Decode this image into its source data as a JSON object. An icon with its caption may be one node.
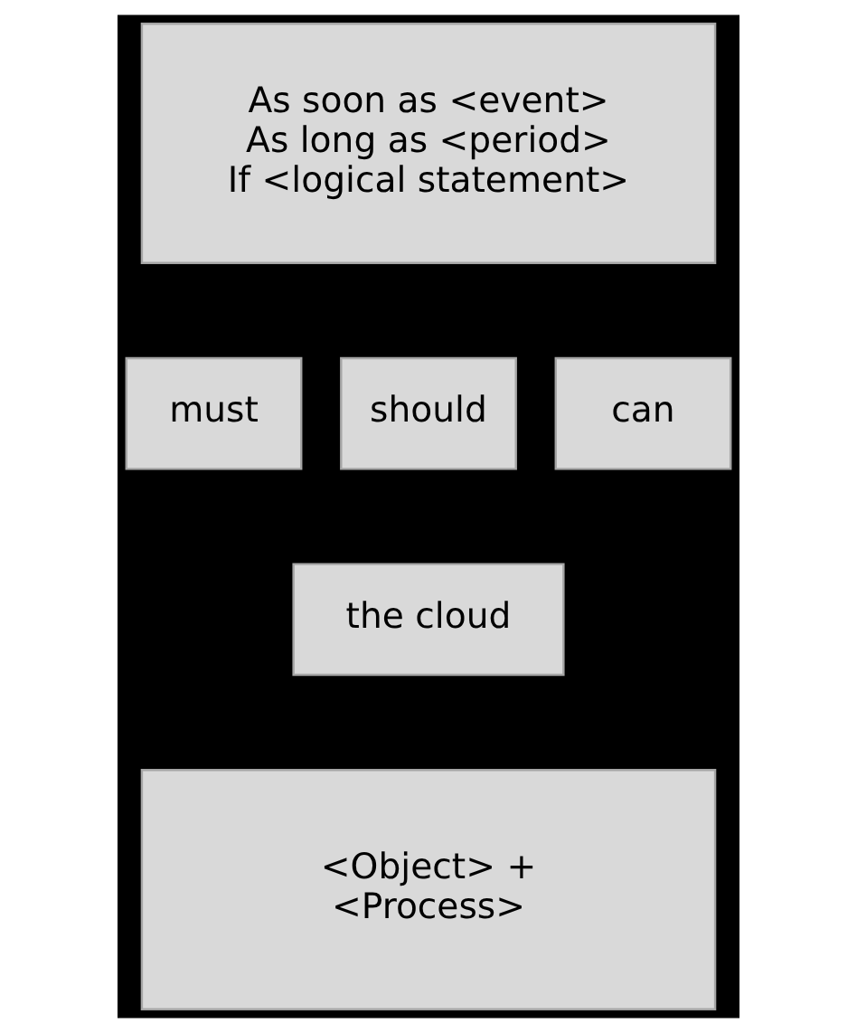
{
  "diagram": {
    "nodes": [
      {
        "text": [
          "As soon as <event> As long as <period> If <logical statement>"
        ]
      },
      {
        "text": [
          "must"
        ]
      },
      {
        "text": [
          "should"
        ]
      },
      {
        "text": [
          "can"
        ]
      },
      {
        "text": [
          "the cloud"
        ]
      },
      {
        "text": [
          "<Object> + <Process>"
        ]
      }
    ],
    "edges": []
  }
}
